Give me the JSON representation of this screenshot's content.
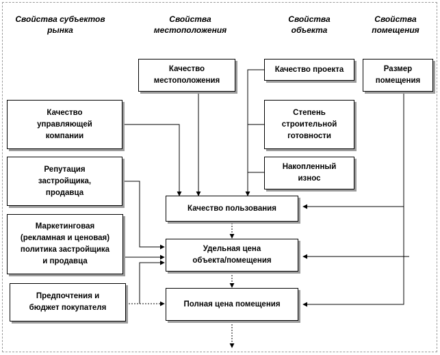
{
  "headers": [
    {
      "id": "subjects",
      "text": "Свойства субъектов\nрынка"
    },
    {
      "id": "location",
      "text": "Свойства\nместоположения"
    },
    {
      "id": "object",
      "text": "Свойства\nобъекта"
    },
    {
      "id": "premises",
      "text": "Свойства\nпомещения"
    }
  ],
  "boxes": {
    "location_quality": "Качество\nместоположения",
    "project_quality": "Качество проекта",
    "room_size": "Размер\nпомещения",
    "mgmt_quality": "Качество\nуправляющей\nкомпании",
    "construction_readiness": "Степень\nстроительной\nготовности",
    "developer_reputation": "Репутация\nзастройщика,\nпродавца",
    "accumulated_wear": "Накопленный\nизнос",
    "usage_quality": "Качество пользования",
    "marketing_policy": "Маркетинговая\n(рекламная и ценовая)\nполитика застройщика\nи продавца",
    "unit_price": "Удельная цена\nобъекта/помещения",
    "buyer_preferences": "Предпочтения и\nбюджет покупателя",
    "full_price": "Полная цена помещения"
  }
}
